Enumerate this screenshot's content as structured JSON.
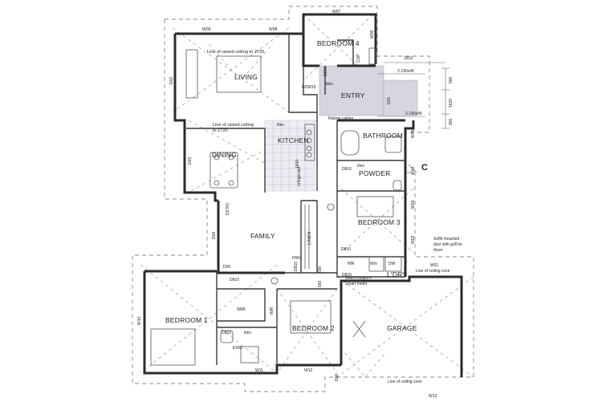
{
  "rooms": {
    "bedroom4": "BEDROOM 4",
    "living": "LIVING",
    "entry": "ENTRY",
    "kitchen": "KITCHEN",
    "dining": "DINING",
    "bathroom": "BATHROOM",
    "powder": "POWDER",
    "bedroom3": "BEDROOM 3",
    "family": "FAMILY",
    "linen": "LINEN",
    "hwc": "HWC",
    "wr": "WR",
    "laundry": "L'DRY",
    "bedroom1": "BEDROOM 1",
    "wir_left": "WIR",
    "wir_right": "WIR",
    "ens": "ENS.",
    "bedroom2": "BEDROOM 2",
    "garage": "GARAGE",
    "cup": "CUP"
  },
  "notes": {
    "raised_ceiling_living": "Line of raised ceiling to 2720",
    "raised_ceiling_dining_1": "Line of raised ceiling",
    "raised_ceiling_dining_2": "to 2720",
    "tiles_entry": "tiles",
    "tiles_kitchen": "tiles",
    "tiles_powder": "tiles",
    "tiles_ens": "tiles",
    "raking_ceiling": "Raking ceiling",
    "soffit_1": "Soffit mounted",
    "soffit_2": "duct with grill for",
    "soffit_3": "dryer",
    "switchboard_1": "Switch board +",
    "switchboard_2": "Smart meter",
    "ceiling_cove_top": "Line of ceiling cove",
    "ceiling_cove_bottom": "Line of ceiling cove",
    "beam_1": "2-190x45",
    "beam_2": "2-190x45",
    "refrigerator": "refrigerator",
    "section_marker": "C",
    "wm": "Wm",
    "dw": "DW"
  },
  "windows": {
    "w07": "W07",
    "w08": "W08",
    "w09": "W09",
    "w06": "W06",
    "w05": "W05",
    "w04": "W04",
    "w03": "W03",
    "w02": "W02",
    "w01": "W01",
    "w10": "W10",
    "w11": "W11",
    "w12": "W12",
    "w13": "W13"
  },
  "doors": {
    "d02": "D02",
    "d03": "D03",
    "d04": "D04",
    "d05": "D05",
    "d06": "D06",
    "d01": "D01",
    "d27760": "D2760",
    "d25810": "D25810",
    "d810_a": "D810",
    "d810_b": "D810",
    "d810_c": "D810",
    "d810_d": "D810",
    "d810_e": "D810",
    "d810_f": "D810",
    "d810_g": "D810"
  },
  "dimensions": {
    "d1810": "1810",
    "d900_a": "900",
    "d900_b": "900",
    "d1620": "1620",
    "d650_a": "650",
    "d650_b": "650",
    "d1600": "1600"
  }
}
